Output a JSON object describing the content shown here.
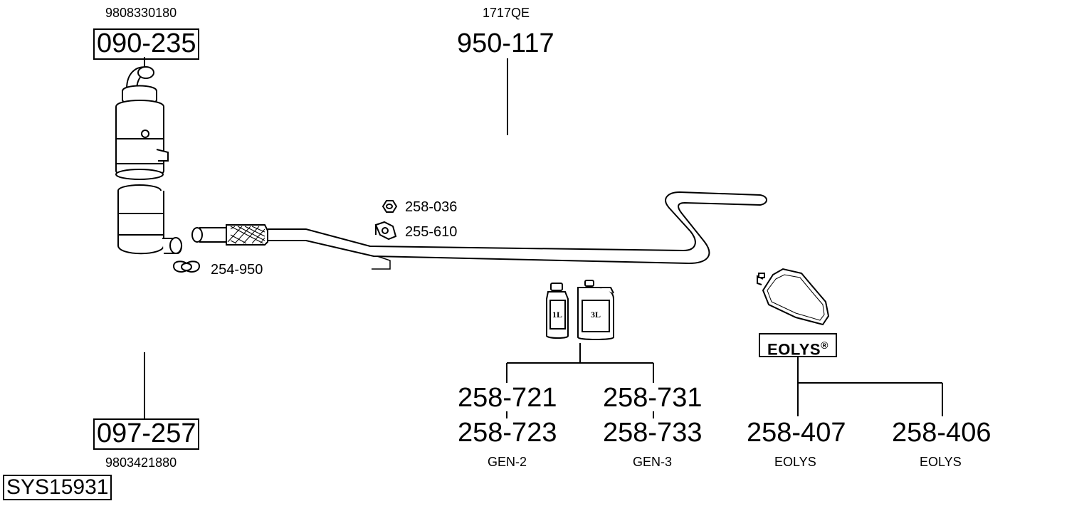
{
  "parts": {
    "dpf_upper": {
      "oe_number": "9808330180",
      "part_number": "090-235"
    },
    "dpf_lower": {
      "oe_number": "9803421880",
      "part_number": "097-257"
    },
    "pipe": {
      "oe_number": "1717QE",
      "part_number": "950-117"
    },
    "nut": {
      "part_number": "258-036"
    },
    "hanger": {
      "part_number": "255-610"
    },
    "clamp": {
      "part_number": "254-950"
    }
  },
  "fluids": {
    "bottle_1l_label": "1L",
    "canister_3l_label": "3L",
    "gen2": {
      "part_a": "258-721",
      "part_b": "258-723",
      "label": "GEN-2"
    },
    "gen3": {
      "part_a": "258-731",
      "part_b": "258-733",
      "label": "GEN-3"
    }
  },
  "eolys": {
    "brand": "EOLYS",
    "brand_mark": "®",
    "left": {
      "part_number": "258-407",
      "label": "EOLYS"
    },
    "right": {
      "part_number": "258-406",
      "label": "EOLYS"
    }
  },
  "system_id": "SYS15931"
}
